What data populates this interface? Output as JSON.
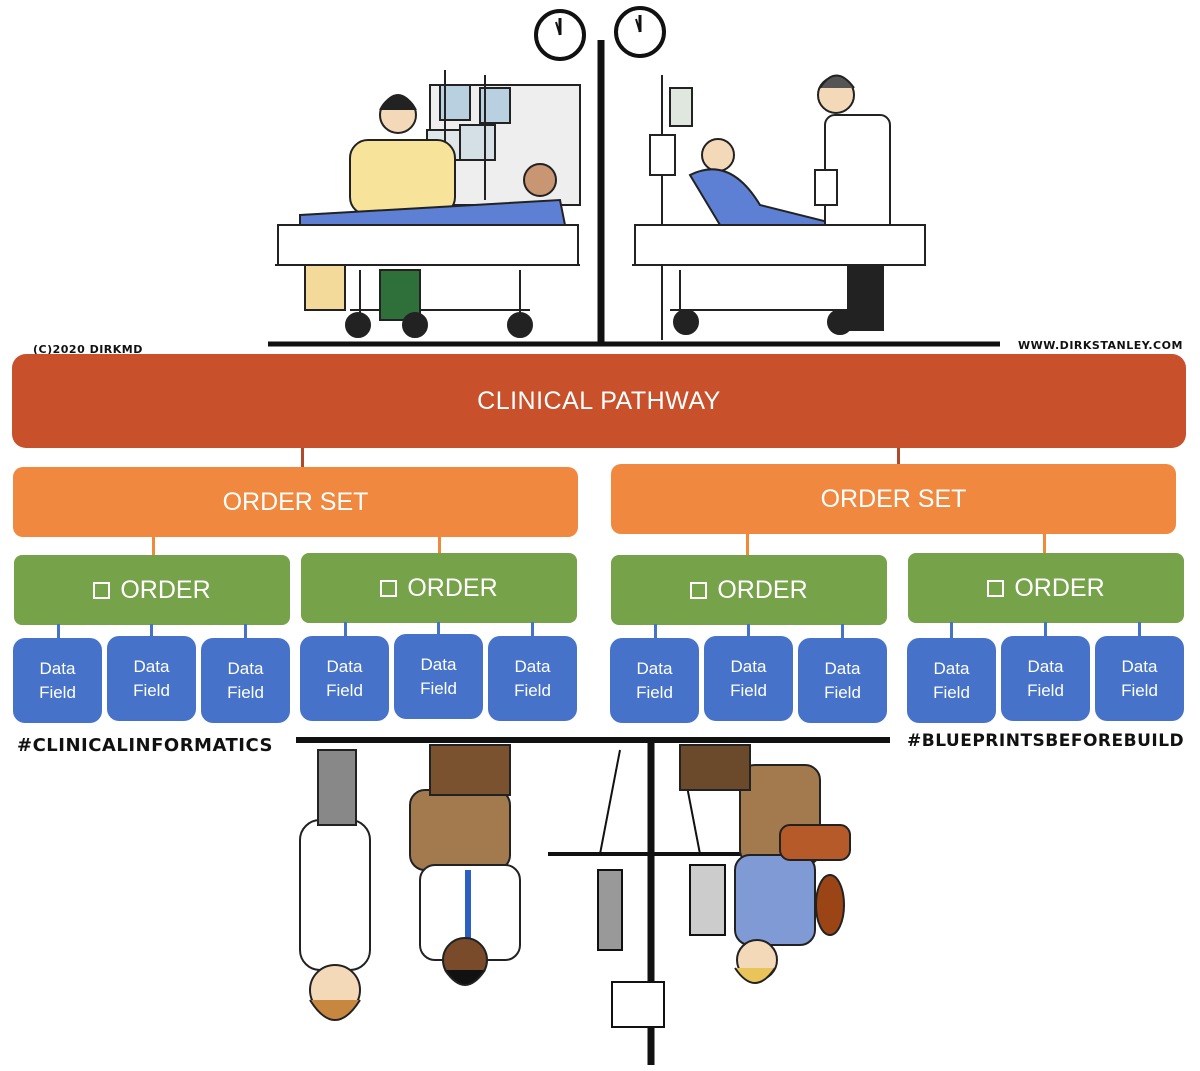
{
  "colors": {
    "pathway": "#c8502a",
    "order_set": "#f0893f",
    "order": "#76a24a",
    "data_field": "#4673c9",
    "connector_top": "#b04a2c",
    "connector_orderset": "#f08a3a",
    "connector_order": "#4673c9"
  },
  "credits": {
    "copyright": "(C)2020 DIRKMD",
    "website": "WWW.DIRKSTANLEY.COM"
  },
  "hashtags": {
    "left": "#CLINICALINFORMATICS",
    "right": "#BLUEPRINTSBEFOREBUILD"
  },
  "pathway": {
    "label": "CLINICAL PATHWAY"
  },
  "order_sets": [
    {
      "label": "ORDER SET",
      "orders": [
        {
          "label": "ORDER",
          "fields": [
            {
              "line1": "Data",
              "line2": "Field"
            },
            {
              "line1": "Data",
              "line2": "Field"
            },
            {
              "line1": "Data",
              "line2": "Field"
            }
          ]
        },
        {
          "label": "ORDER",
          "fields": [
            {
              "line1": "Data",
              "line2": "Field"
            },
            {
              "line1": "Data",
              "line2": "Field"
            },
            {
              "line1": "Data",
              "line2": "Field"
            }
          ]
        }
      ]
    },
    {
      "label": "ORDER SET",
      "orders": [
        {
          "label": "ORDER",
          "fields": [
            {
              "line1": "Data",
              "line2": "Field"
            },
            {
              "line1": "Data",
              "line2": "Field"
            },
            {
              "line1": "Data",
              "line2": "Field"
            }
          ]
        },
        {
          "label": "ORDER",
          "fields": [
            {
              "line1": "Data",
              "line2": "Field"
            },
            {
              "line1": "Data",
              "line2": "Field"
            },
            {
              "line1": "Data",
              "line2": "Field"
            }
          ]
        }
      ]
    }
  ],
  "illustrations": {
    "top": "clinical-care-scene-icon",
    "bottom": "build-team-upside-down-icon",
    "clock": "wall-clock-icon"
  }
}
